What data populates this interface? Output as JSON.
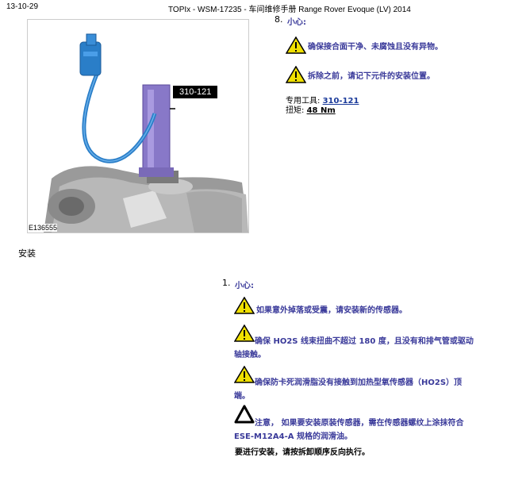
{
  "header": {
    "date": "13-10-29",
    "title": "TOPIx - WSM-17235 - 车间维修手册 Range Rover Evoque (LV) 2014"
  },
  "figure": {
    "callout": "310-121",
    "id": "E136555"
  },
  "step8": {
    "number": "8.",
    "caution": "小心:",
    "warnings": [
      "确保接合面干净、未腐蚀且没有异物。",
      "拆除之前，请记下元件的安装位置。"
    ],
    "tool_label": "专用工具:",
    "tool_value": "310-121",
    "torque_label": "扭矩:",
    "torque_value": "48 Nm"
  },
  "install": {
    "heading": "安装",
    "number": "1.",
    "caution": "小心:",
    "warn1": "如果意外掉落或受震，请安装新的传感器。",
    "warn2a": "确保 HO2S 线束扭曲不超过 180 度，且没有和排气管或驱动",
    "warn2b": "轴接触。",
    "warn3a": "确保防卡死润滑脂没有接触到加热型氧传感器（HO2S）顶",
    "warn3b": "端。",
    "note_a": "注意， 如果要安装原装传感器，需在传感器螺纹上涂抹符合",
    "note_b": "ESE-M12A4-A 规格的润滑油。",
    "final": "要进行安装，请按拆卸顺序反向执行。"
  },
  "colors": {
    "caution_text": "#3a3a9a",
    "warning_fill": "#f0e000",
    "tool_link": "#1a3a9a",
    "sensor_blue": "#2a7ec8",
    "tool_purple": "#8878c8"
  }
}
